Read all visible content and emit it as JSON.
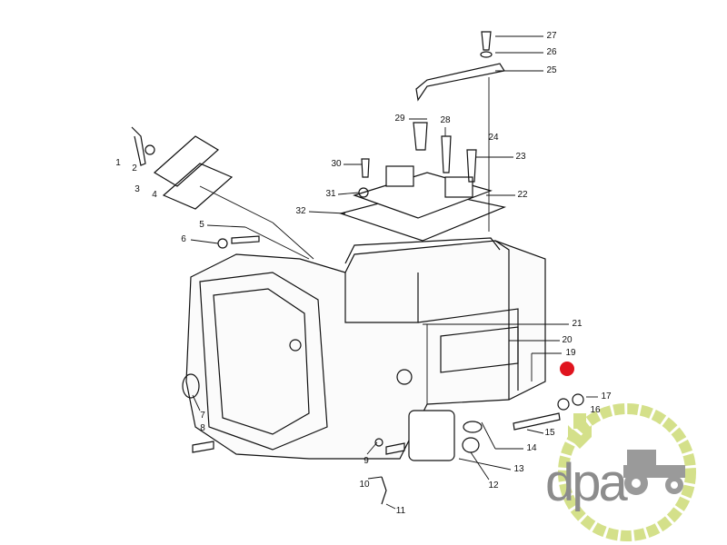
{
  "diagram": {
    "labels": [
      "1",
      "2",
      "3",
      "4",
      "5",
      "6",
      "7",
      "8",
      "9",
      "10",
      "11",
      "12",
      "13",
      "14",
      "15",
      "16",
      "17",
      "19",
      "20",
      "21",
      "22",
      "23",
      "24",
      "25",
      "26",
      "27",
      "28",
      "29",
      "30",
      "31",
      "32"
    ]
  },
  "logo": {
    "text": "dpa"
  },
  "colors": {
    "marker": "#e0141e",
    "logo_green": "#d4e08a",
    "logo_gray": "#8c8c8c"
  }
}
